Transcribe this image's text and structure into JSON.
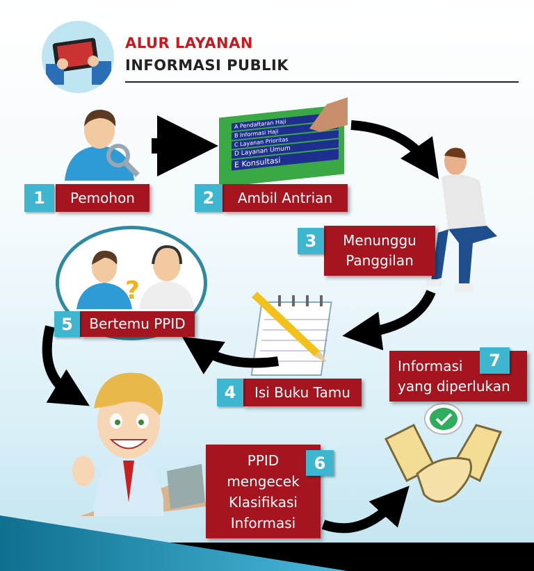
{
  "header": {
    "title_line1": "ALUR LAYANAN",
    "title_line2": "INFORMASI PUBLIK",
    "logo_icon": "tablet-hands-icon"
  },
  "steps": [
    {
      "number": "1",
      "label": "Pemohon"
    },
    {
      "number": "2",
      "label": "Ambil Antrian"
    },
    {
      "number": "3",
      "label_lines": [
        "Menunggu",
        "Panggilan"
      ]
    },
    {
      "number": "4",
      "label": "Isi Buku Tamu"
    },
    {
      "number": "5",
      "label": "Bertemu PPID"
    },
    {
      "number": "6",
      "label_lines": [
        "PPID",
        "mengecek",
        "Klasifikasi",
        "Informasi"
      ]
    },
    {
      "number": "7",
      "label_lines": [
        "Informasi",
        "yang diperlukan"
      ]
    }
  ],
  "kiosk": {
    "buttons": [
      "A Pendaftaran Haji",
      "B Informasi Haji",
      "C Layanan Prioritas",
      "D Layanan Umum",
      "E Konsultasi"
    ]
  },
  "colors": {
    "label_red": "#a4151f",
    "number_teal": "#3fb6d0",
    "title_red": "#c8191f",
    "check_green": "#2eae5c"
  }
}
